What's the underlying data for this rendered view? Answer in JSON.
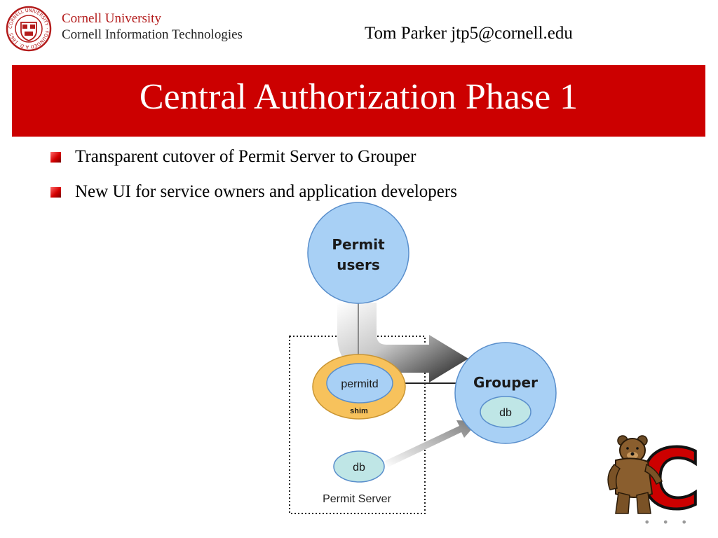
{
  "header": {
    "university": "Cornell University",
    "department": "Cornell Information Technologies",
    "author": "Tom Parker  jtp5@cornell.edu",
    "seal_icon": "cornell-seal-icon",
    "seal_text": "CORNELL UNIVERSITY · FOUNDED A.D. 1865"
  },
  "title": "Central Authorization Phase 1",
  "bullets": [
    "Transparent cutover of Permit Server to Grouper",
    "New UI for service owners and application developers"
  ],
  "diagram": {
    "permit_users_line1": "Permit",
    "permit_users_line2": "users",
    "grouper": "Grouper",
    "grouper_db": "db",
    "permitd": "permitd",
    "shim": "shim",
    "permit_db": "db",
    "permit_server": "Permit Server"
  },
  "mascot": {
    "icon": "cornell-bear-mascot-icon",
    "letter": "C"
  },
  "footer": {
    "dots": "• • •"
  },
  "colors": {
    "banner": "#cc0000",
    "circle_fill": "#a8d0f5",
    "circle_stroke": "#5a8fcc",
    "db_fill": "#bfe6e6",
    "shim_fill": "#f7c25c"
  }
}
